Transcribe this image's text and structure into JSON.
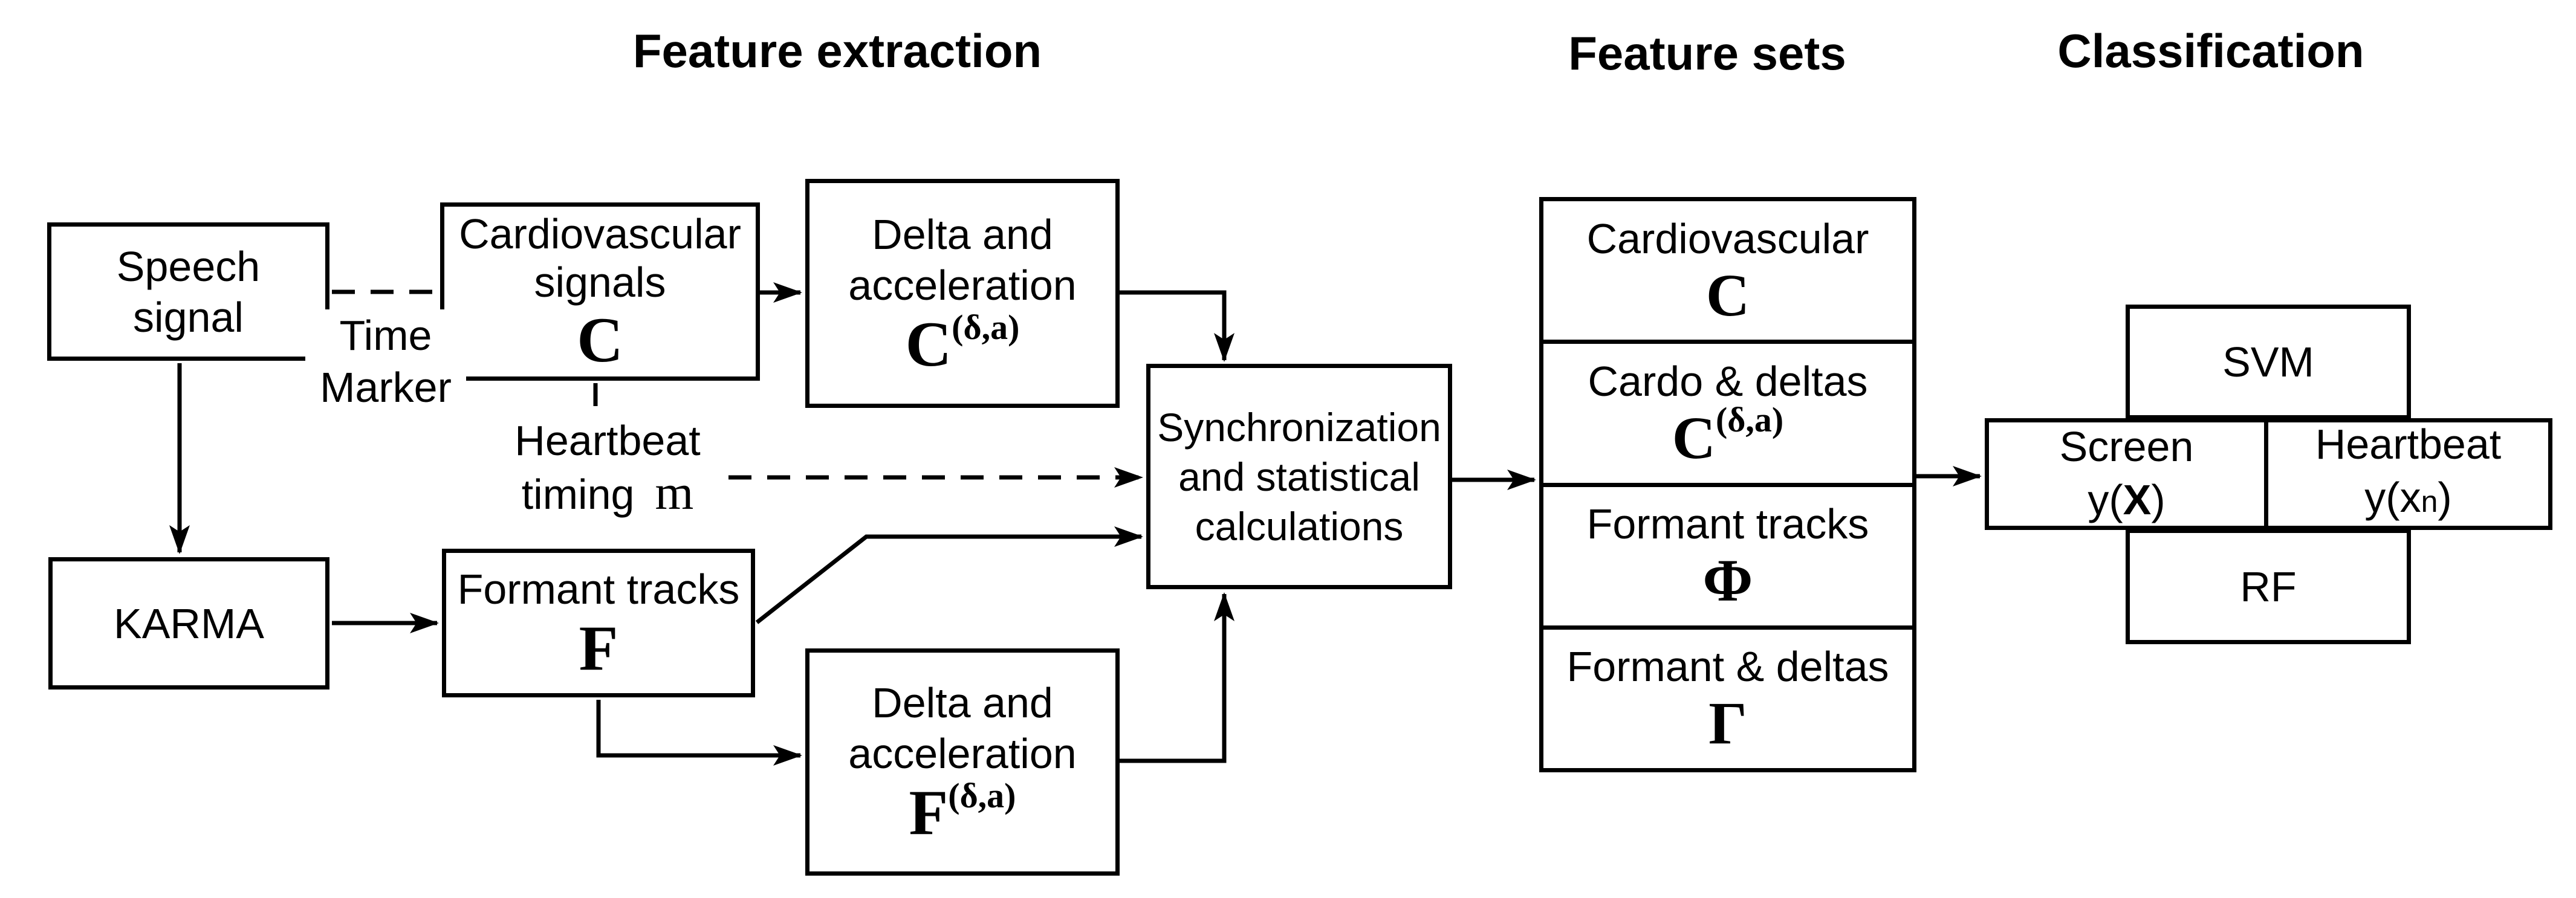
{
  "colors": {
    "ink": "#000000",
    "background": "#ffffff"
  },
  "section_headers": {
    "feature_extraction": "Feature extraction",
    "feature_sets": "Feature sets",
    "classification": "Classification"
  },
  "boxes": {
    "speech": {
      "line1": "Speech",
      "line2": "signal"
    },
    "cardiovascular": {
      "line1": "Cardiovascular",
      "line2": "signals",
      "symbol": "C"
    },
    "delta_top": {
      "line1": "Delta and",
      "line2": "acceleration",
      "symbol": "C",
      "superscript": "(δ,a)"
    },
    "sync": {
      "line1": "Synchronization",
      "line2": "and statistical",
      "line3": "calculations"
    },
    "karma": {
      "label": "KARMA"
    },
    "formant": {
      "line1": "Formant tracks",
      "symbol": "F"
    },
    "delta_bottom": {
      "line1": "Delta and",
      "line2": "acceleration",
      "symbol": "F",
      "superscript": "(δ,a)"
    }
  },
  "edge_labels": {
    "time_marker": {
      "line1": "Time",
      "line2": "Marker"
    },
    "heartbeat_timing": {
      "line1": "Heartbeat",
      "line2": "timing",
      "variable": "m"
    }
  },
  "feature_sets_table": {
    "rows": [
      {
        "label": "Cardiovascular",
        "symbol": "C",
        "superscript": ""
      },
      {
        "label": "Cardo & deltas",
        "symbol": "C",
        "superscript": "(δ,a)"
      },
      {
        "label": "Formant tracks",
        "symbol": "Φ",
        "superscript": ""
      },
      {
        "label": "Formant & deltas",
        "symbol": "Γ",
        "superscript": ""
      }
    ]
  },
  "classification": {
    "svm": {
      "label": "SVM"
    },
    "screen": {
      "title": "Screen",
      "formula_pre": "y(",
      "formula_arg": "X",
      "formula_post": ")"
    },
    "heartbeat": {
      "title": "Heartbeat",
      "formula_pre": "y(x",
      "formula_sub": "n",
      "formula_post": ")"
    },
    "rf": {
      "label": "RF"
    }
  }
}
